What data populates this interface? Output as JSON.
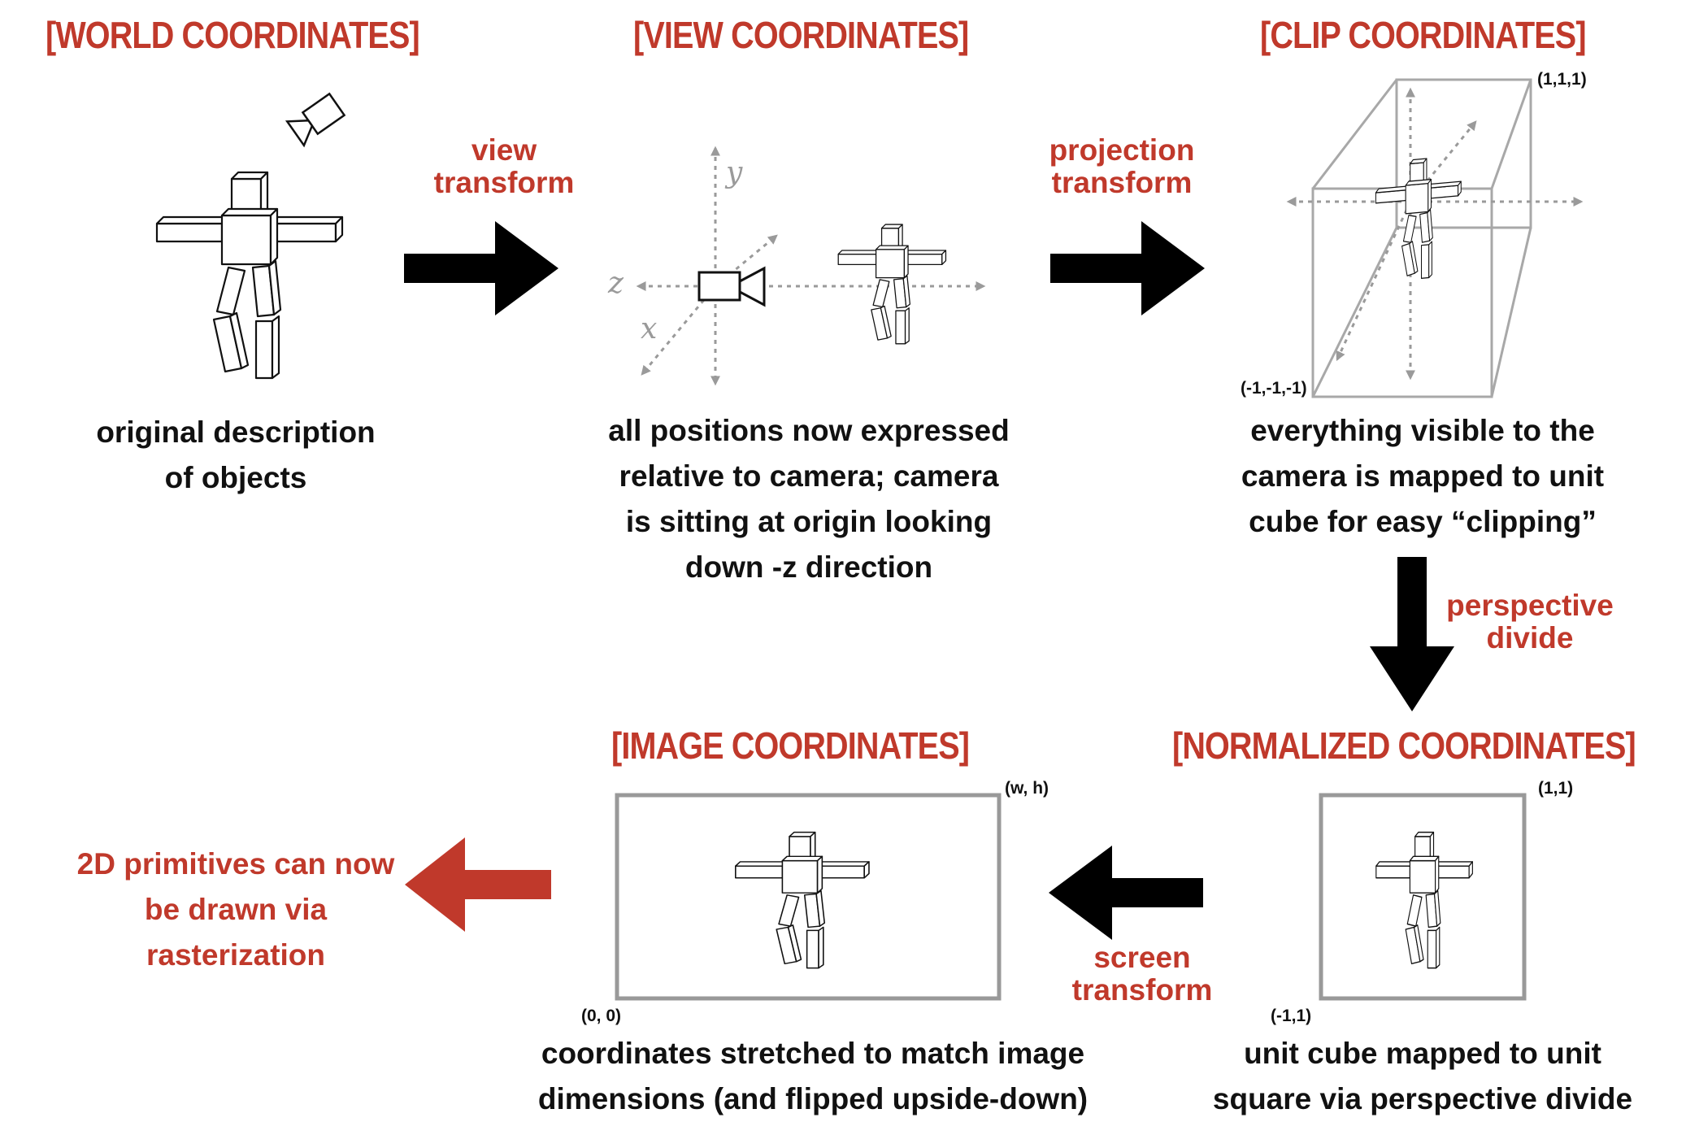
{
  "stages": {
    "world": {
      "title": "[WORLD COORDINATES]",
      "caption": "original description\nof objects"
    },
    "view": {
      "title": "[VIEW COORDINATES]",
      "caption": "all positions now expressed\nrelative to camera; camera\nis sitting at origin looking\ndown -z direction",
      "axes": {
        "x": "x",
        "y": "y",
        "z": "z"
      }
    },
    "clip": {
      "title": "[CLIP COORDINATES]",
      "caption": "everything visible to the\ncamera is mapped to unit\ncube for easy “clipping”",
      "corner_max": "(1,1,1)",
      "corner_min": "(-1,-1,-1)"
    },
    "normalized": {
      "title": "[NORMALIZED COORDINATES]",
      "caption": "unit cube mapped to unit\nsquare via perspective divide",
      "corner_max": "(1,1)",
      "corner_min": "(-1,1)"
    },
    "image": {
      "title": "[IMAGE COORDINATES]",
      "caption": "coordinates stretched to match image\ndimensions (and flipped upside-down)",
      "corner_max": "(w, h)",
      "corner_min": "(0, 0)"
    }
  },
  "transforms": {
    "view": "view\ntransform",
    "projection": "projection\ntransform",
    "perspective": "perspective\ndivide",
    "screen": "screen\ntransform"
  },
  "final_note": "2D primitives can now\nbe drawn via\nrasterization",
  "colors": {
    "accent": "#c0392b",
    "arrow": "#000000",
    "axis": "#9a9a9a",
    "frame": "#999999"
  },
  "icons": [
    "camera-icon",
    "robot-figure",
    "arrow-right-icon",
    "arrow-down-icon",
    "arrow-left-icon"
  ]
}
